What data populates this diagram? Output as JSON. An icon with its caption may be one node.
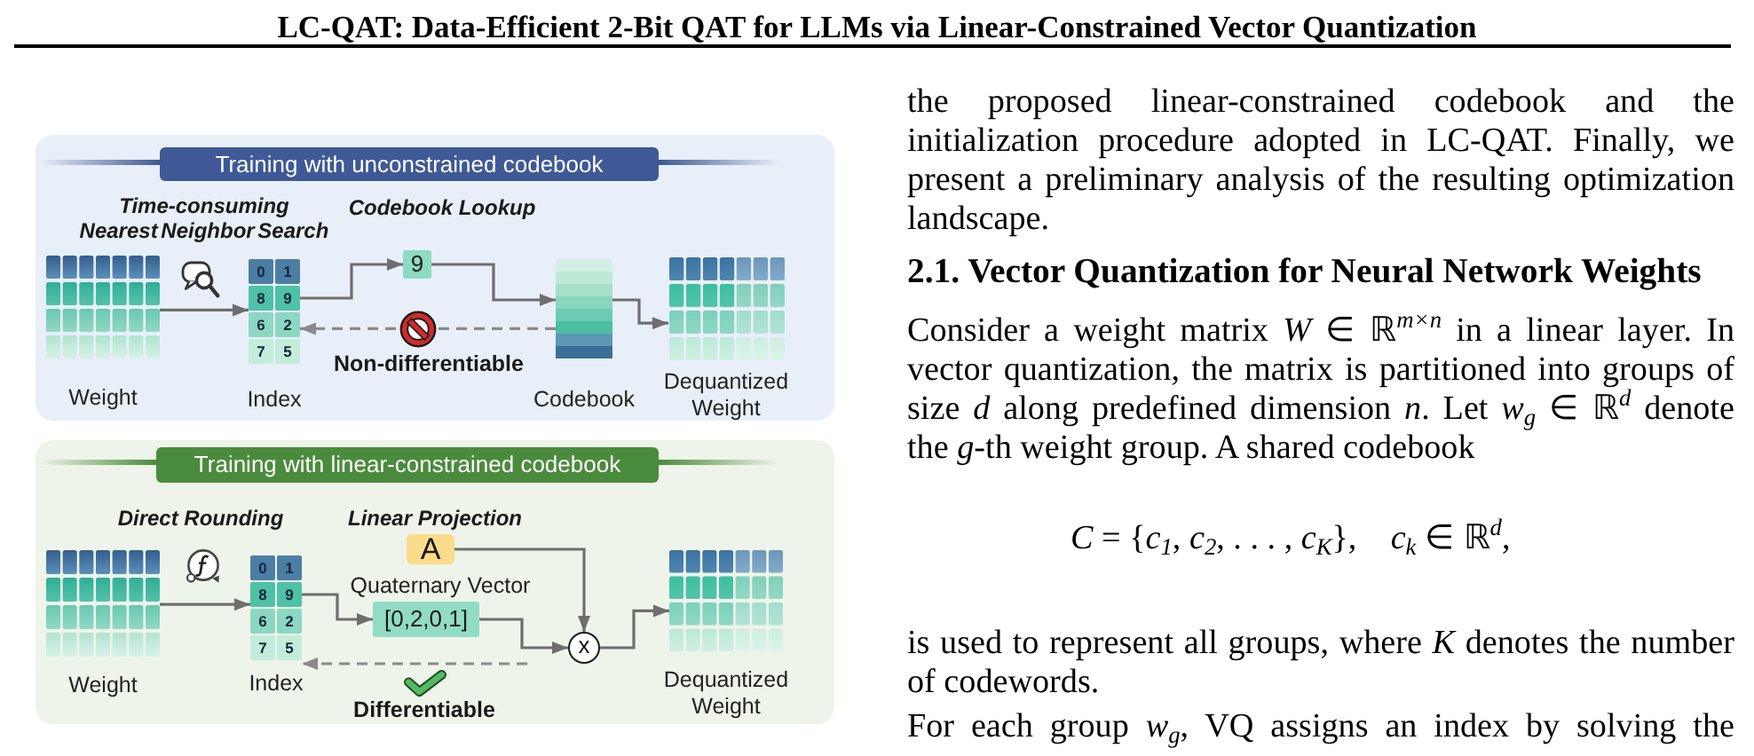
{
  "diagram": {
    "title": "LC-QAT: Data-Efficient 2-Bit QAT for LLMs via Linear-Constrained Vector Quantization",
    "nodes": [
      {
        "text": [
          "Training with unconstrained codebook"
        ]
      },
      {
        "text": [
          "Weight"
        ],
        "in": 0
      },
      {
        "text": [
          "Index"
        ],
        "in": 0
      },
      {
        "text": [
          "0"
        ],
        "in": 2
      },
      {
        "text": [
          "1"
        ],
        "in": 2
      },
      {
        "text": [
          "8"
        ],
        "in": 2
      },
      {
        "text": [
          "9"
        ],
        "in": 2
      },
      {
        "text": [
          "6"
        ],
        "in": 2
      },
      {
        "text": [
          "2"
        ],
        "in": 2
      },
      {
        "text": [
          "7"
        ],
        "in": 2
      },
      {
        "text": [
          "5"
        ],
        "in": 2
      },
      {
        "text": [
          "9"
        ],
        "beside": [
          "Codebook Lookup"
        ],
        "in": 0
      },
      {
        "text": [
          "Codebook"
        ],
        "in": 0
      },
      {
        "text": [
          "Dequantized Weight"
        ],
        "in": 0
      },
      {
        "text": [
          "Training with linear-constrained codebook"
        ]
      },
      {
        "text": [
          "Weight"
        ],
        "in": 14
      },
      {
        "text": [
          "Index"
        ],
        "in": 14
      },
      {
        "text": [
          "0"
        ],
        "in": 16
      },
      {
        "text": [
          "1"
        ],
        "in": 16
      },
      {
        "text": [
          "8"
        ],
        "in": 16
      },
      {
        "text": [
          "9"
        ],
        "in": 16
      },
      {
        "text": [
          "6"
        ],
        "in": 16
      },
      {
        "text": [
          "2"
        ],
        "in": 16
      },
      {
        "text": [
          "7"
        ],
        "in": 16
      },
      {
        "text": [
          "5"
        ],
        "in": 16
      },
      {
        "text": [
          "A"
        ],
        "beside": [
          "Linear Projection"
        ],
        "in": 14
      },
      {
        "text": [
          "[0,2,0,1]"
        ],
        "beside": [
          "Quaternary Vector"
        ],
        "in": 14
      },
      {
        "text": [
          "x"
        ],
        "in": 14
      },
      {
        "text": [
          "Dequantized Weight"
        ],
        "in": 14
      }
    ],
    "edges": [
      {
        "from": 1,
        "to": 2,
        "arrow": "to",
        "label": "Time-consuming Nearest Neighbor Search"
      },
      {
        "from": 6,
        "to": 11,
        "arrow": "to"
      },
      {
        "from": 11,
        "to": 12,
        "arrow": "to"
      },
      {
        "from": 12,
        "to": 13,
        "arrow": "to"
      },
      {
        "from": 12,
        "to": 2,
        "arrow": "to",
        "style": "dashed",
        "label": "Non-differentiable"
      },
      {
        "from": 15,
        "to": 16,
        "arrow": "to",
        "label": "Direct Rounding"
      },
      {
        "from": 20,
        "to": 26,
        "arrow": "to"
      },
      {
        "from": 25,
        "to": 27,
        "arrow": "to"
      },
      {
        "from": 26,
        "to": 27,
        "arrow": "to"
      },
      {
        "from": 27,
        "to": 28,
        "arrow": "to"
      },
      {
        "from": null,
        "to": 16,
        "arrow": "to",
        "style": "dashed",
        "label": "Differentiable"
      }
    ],
    "labels": [
      "the proposed linear-constrained codebook and the initialization procedure adopted in LC-QAT. Finally, we present a preliminary analysis of the resulting optimization landscape.",
      "2.1. Vector Quantization for Neural Network Weights",
      "Consider a weight matrix *W* ∈ ℝ$^{m×n}$ in a linear layer. In vector quantization, the matrix is partitioned into groups of size *d* along predefined dimension *n*. Let *w*$_{g}$ ∈ ℝ$^{d}$ denote the *g*-th weight group. A shared codebook",
      "*C* = {*c*$_{1}$, *c*$_{2}$, . . . , *c*$_{K}$},    *c*$_{k}$ ∈ ℝ$^{d}$,",
      "is used to represent all groups, where *K* denotes the number of codewords.",
      "For each group *w*$_{g}$, VQ assigns an index by solving the"
    ]
  }
}
